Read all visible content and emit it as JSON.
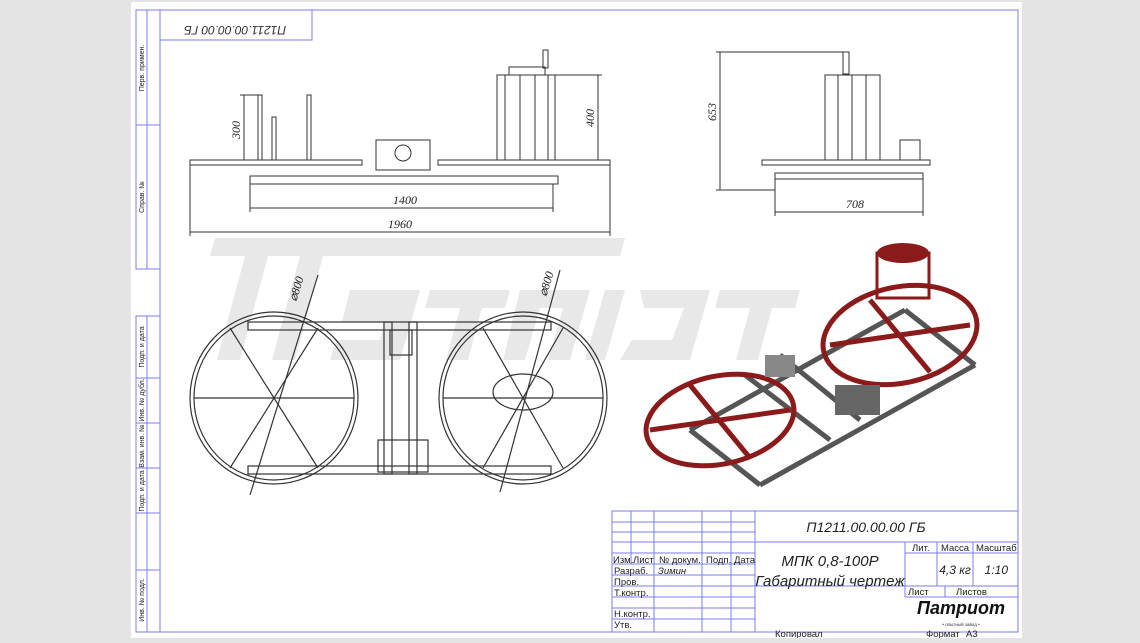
{
  "sheet": {
    "stamp_code": "П1211.00.00.00 ГБ",
    "left_strip": [
      "Перв. примен.",
      "Справ. №",
      "Подп. и дата",
      "Инв. № дубл.",
      "Взам. инв. №",
      "Подп. и дата",
      "Инв. № подл."
    ],
    "watermark": "Патриот"
  },
  "dimensions": {
    "front_height_posts": "300",
    "front_height_drum": "400",
    "front_inner_length": "1400",
    "front_total_length": "1960",
    "side_height": "653",
    "side_width": "708",
    "top_diameter_left": "⌀800",
    "top_diameter_right": "⌀800"
  },
  "title_block": {
    "document_code": "П1211.00.00.00 ГБ",
    "product_name": "МПК 0,8-100Р",
    "document_type": "Габаритный чертеж",
    "headers": {
      "izm": "Изм.",
      "list": "Лист",
      "doc_no": "№ докум.",
      "sign": "Подп.",
      "date": "Дата"
    },
    "rows": [
      "Разраб.",
      "Пров.",
      "Т.контр.",
      "",
      "Н.контр.",
      "Утв."
    ],
    "developer": "Зимин",
    "lit_label": "Лит.",
    "mass_label": "Масса",
    "scale_label": "Масштаб",
    "mass": "4,3 кг",
    "scale": "1:10",
    "sheet_label": "Лист",
    "sheets_label": "Листов",
    "logo_text": "Патриот",
    "logo_sub": "• опытный завод •",
    "copied_label": "Копировал",
    "format_label": "Формат",
    "format_value": "А3"
  },
  "colors": {
    "frame": "#7b7bf0",
    "line": "#333333",
    "part_red": "#8b1a1a"
  }
}
